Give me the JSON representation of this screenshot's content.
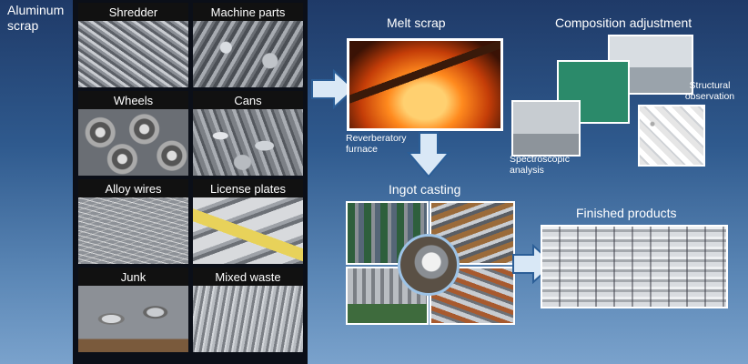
{
  "title": "Aluminum scrap",
  "scrap_types": [
    "Shredder",
    "Machine parts",
    "Wheels",
    "Cans",
    "Alloy wires",
    "License plates",
    "Junk",
    "Mixed waste"
  ],
  "steps": {
    "melt": "Melt scrap",
    "furnace_caption": "Reverberatory furnace",
    "composition": "Composition adjustment",
    "structural": "Structural observation",
    "spectroscopic": "Spectroscopic analysis",
    "ingot": "Ingot casting",
    "finished": "Finished products"
  },
  "colors": {
    "arrow_fill": "#d9e8f6",
    "arrow_stroke": "#2b5e97"
  }
}
